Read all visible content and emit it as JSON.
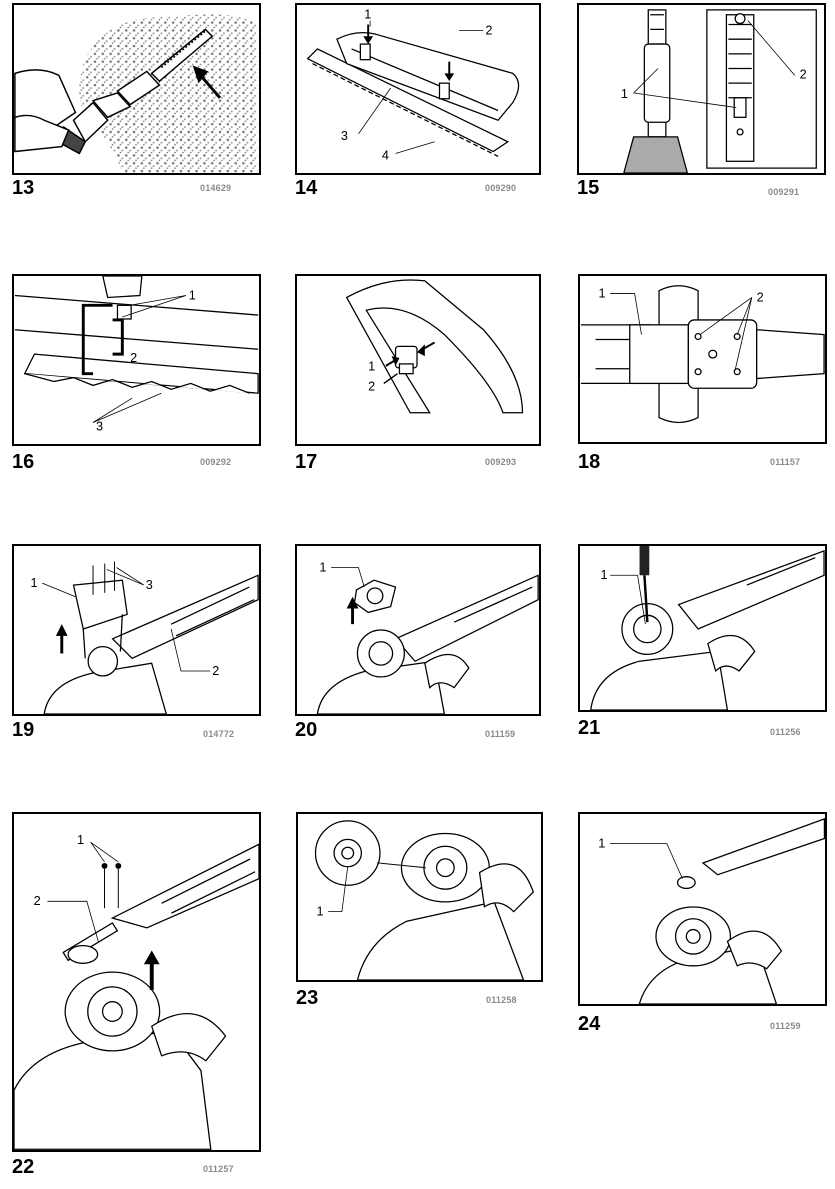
{
  "figures": [
    {
      "number": "13",
      "code": "014629",
      "callouts": []
    },
    {
      "number": "14",
      "code": "009290",
      "callouts": [
        "1",
        "2",
        "3",
        "4"
      ]
    },
    {
      "number": "15",
      "code": "009291",
      "callouts": [
        "1",
        "2"
      ]
    },
    {
      "number": "16",
      "code": "009292",
      "callouts": [
        "1",
        "2",
        "3"
      ]
    },
    {
      "number": "17",
      "code": "009293",
      "callouts": [
        "1",
        "2"
      ]
    },
    {
      "number": "18",
      "code": "011157",
      "callouts": [
        "1",
        "2"
      ]
    },
    {
      "number": "19",
      "code": "014772",
      "callouts": [
        "1",
        "2",
        "3"
      ]
    },
    {
      "number": "20",
      "code": "011159",
      "callouts": [
        "1"
      ]
    },
    {
      "number": "21",
      "code": "011256",
      "callouts": [
        "1"
      ]
    },
    {
      "number": "22",
      "code": "011257",
      "callouts": [
        "1",
        "2"
      ]
    },
    {
      "number": "23",
      "code": "011258",
      "callouts": [
        "1"
      ]
    },
    {
      "number": "24",
      "code": "011259",
      "callouts": [
        "1"
      ]
    }
  ]
}
